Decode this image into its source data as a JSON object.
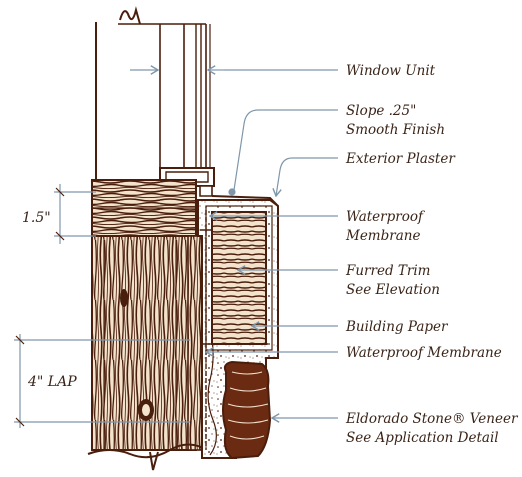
{
  "colors": {
    "ink": "#4a1e0c",
    "wood_light": "#f3e2cc",
    "leader": "#7f97ab",
    "plaster_bg": "#ffffff",
    "stone": "#6b2a12"
  },
  "labels": {
    "window_unit": "Window Unit",
    "slope_line1": "Slope .25\"",
    "slope_line2": "Smooth Finish",
    "exterior_plaster": "Exterior Plaster",
    "waterproof_line1": "Waterproof",
    "waterproof_line2": "Membrane",
    "furred_line1": "Furred Trim",
    "furred_line2": "See Elevation",
    "building_paper": "Building Paper",
    "waterproof_membrane": "Waterproof Membrane",
    "stone_line1": "Eldorado Stone® Veneer",
    "stone_line2": "See Application Detail"
  },
  "dimensions": {
    "top_gap": "1.5\"",
    "lap": "4\" LAP"
  }
}
